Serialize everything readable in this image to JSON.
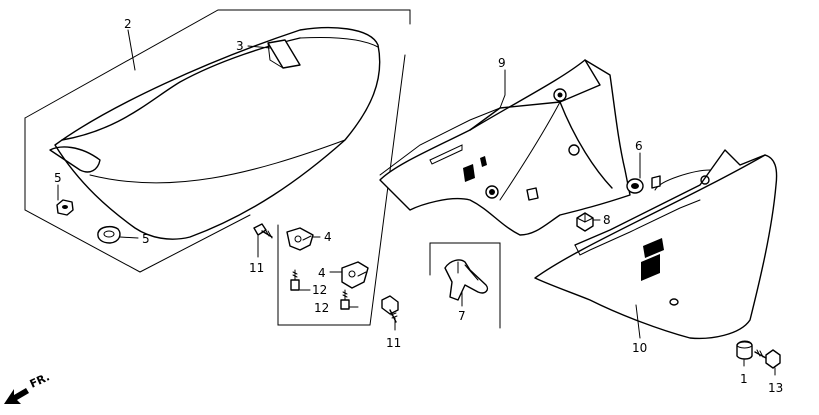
{
  "parts": {
    "p1": "1",
    "p2": "2",
    "p3": "3",
    "p4a": "4",
    "p4b": "4",
    "p5a": "5",
    "p5b": "5",
    "p6": "6",
    "p7": "7",
    "p8": "8",
    "p9": "9",
    "p10": "10",
    "p11a": "11",
    "p11b": "11",
    "p12a": "12",
    "p12b": "12",
    "p13": "13"
  },
  "direction_label": "FR."
}
